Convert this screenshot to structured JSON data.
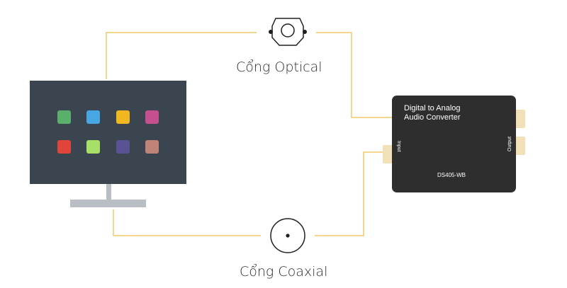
{
  "ports": {
    "optical_label": "Cổng Optical",
    "coaxial_label": "Cổng Coaxial"
  },
  "device": {
    "title_line1": "Digital to Analog",
    "title_line2": "Audio Converter",
    "input_label": "Input",
    "output_label": "Output",
    "model": "DS405-WB"
  },
  "colors": {
    "cable": "#f2c86a",
    "connector": "#f1e0b8",
    "device_body": "#2e2e2e",
    "tv_screen": "#3a4550",
    "tv_stand": "#b8bec4"
  },
  "tv_app_colors": [
    "#5ab06a",
    "#48a6e2",
    "#f0b720",
    "#c6508f",
    "#e0443a",
    "#a6e067",
    "#5a5393",
    "#c08476"
  ]
}
